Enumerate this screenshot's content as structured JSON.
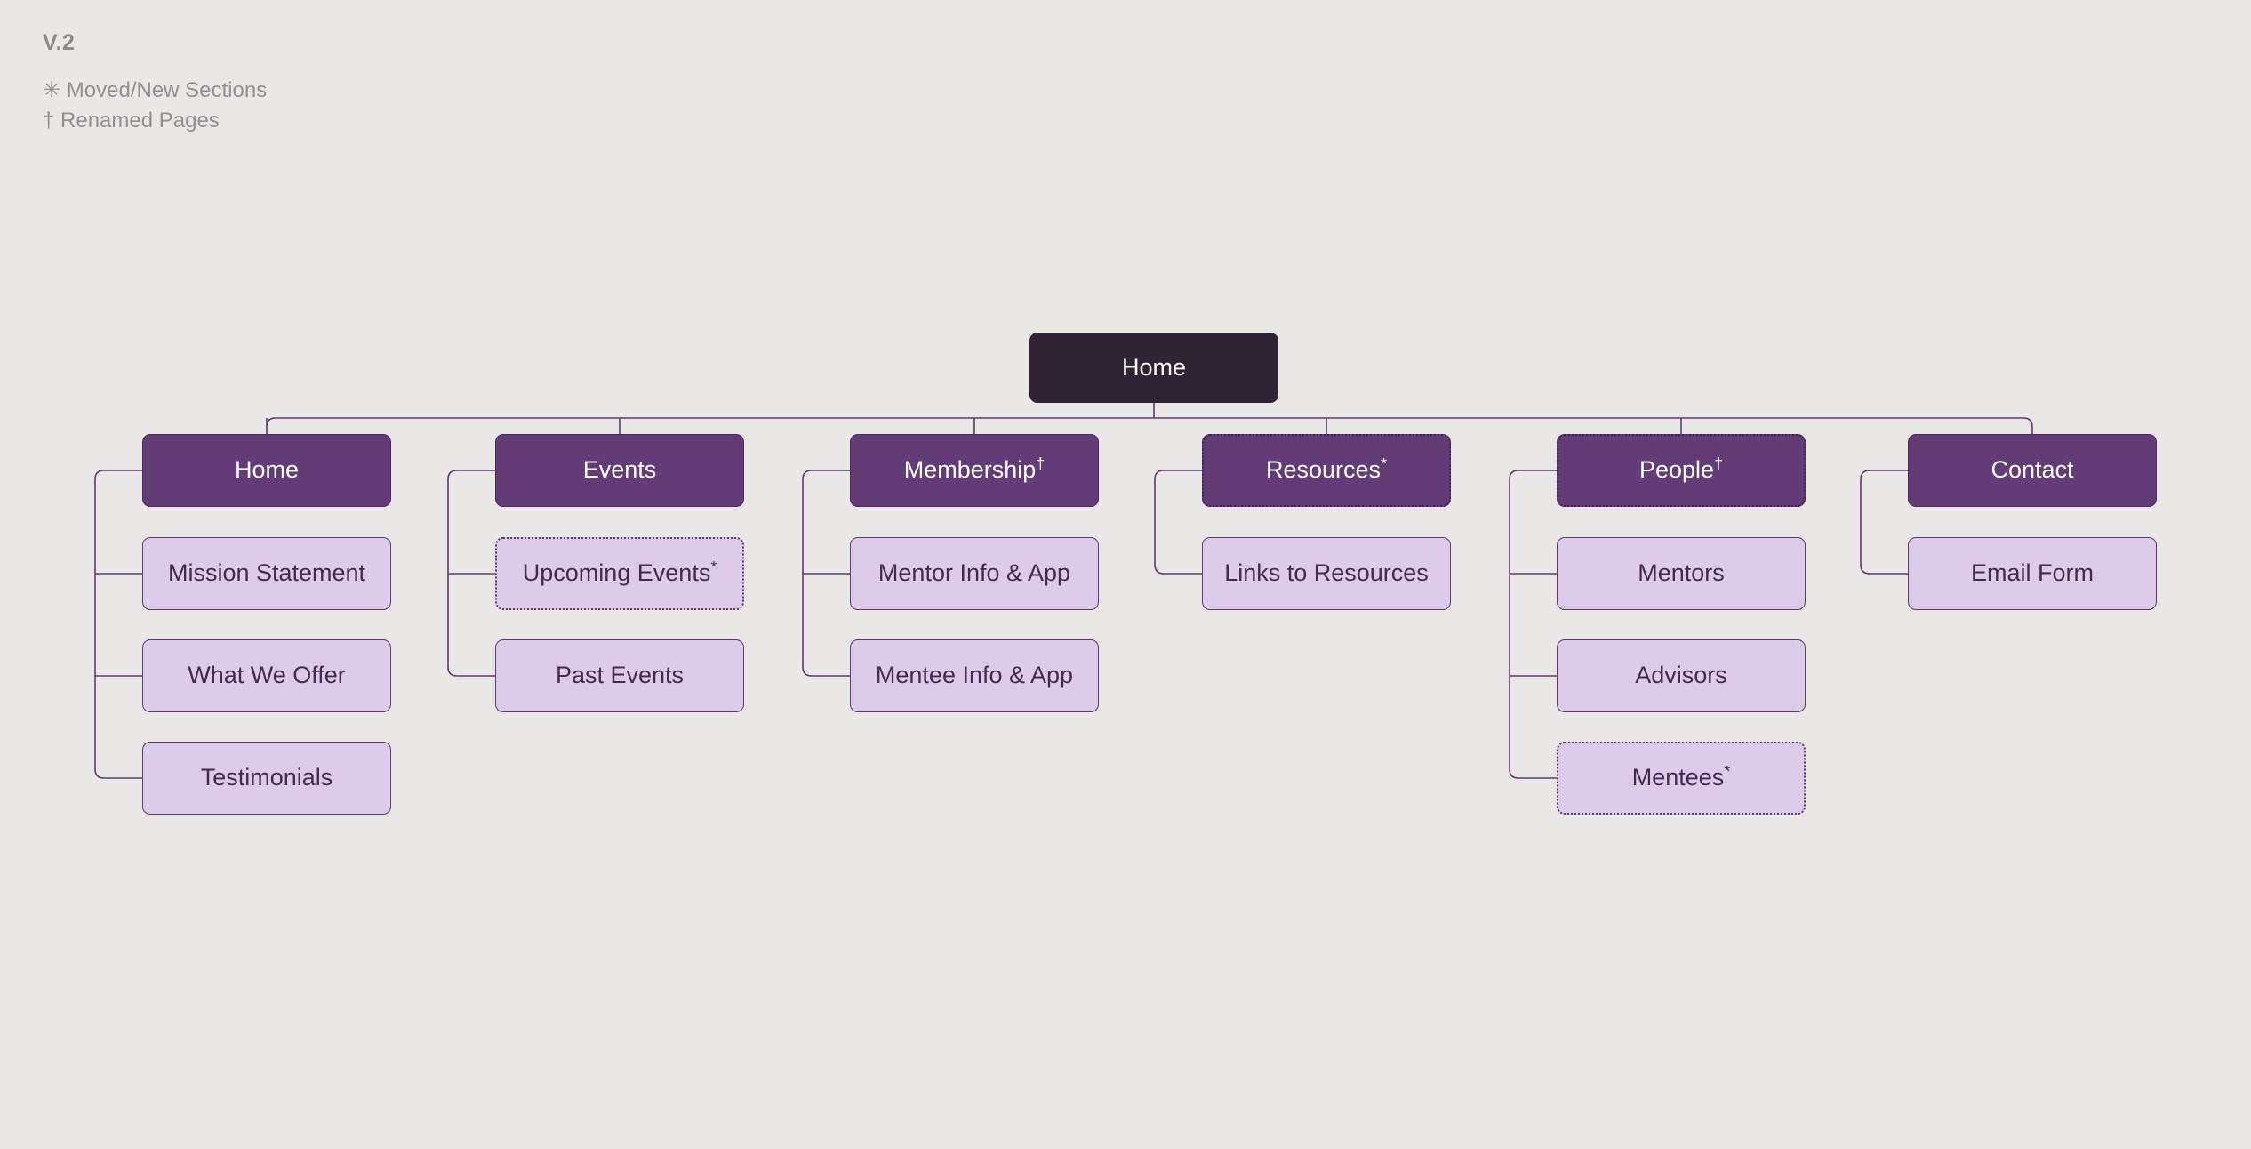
{
  "background_color": "#EAE8E6",
  "colors": {
    "root_fill": "#2F2433",
    "section_fill": "#633B76",
    "page_fill": "#DCCCEA",
    "border": "#5C3A6B",
    "connector": "#5C3A6B",
    "legend_text": "#919191"
  },
  "legend": {
    "version": "V.2",
    "moved_marker": "✳",
    "moved_text": "Moved/New Sections",
    "renamed_marker": "†",
    "renamed_text": "Renamed Pages",
    "line_moved": "✳ Moved/New Sections",
    "line_renamed": "† Renamed Pages"
  },
  "diagram": {
    "type": "sitemap",
    "root": {
      "label": "Home",
      "style": "root",
      "border": "solid",
      "marker": ""
    },
    "branches": [
      {
        "id": "home",
        "label": "Home",
        "style": "section",
        "border": "solid",
        "marker": "",
        "children": [
          {
            "label": "Mission Statement",
            "style": "page",
            "border": "solid",
            "marker": ""
          },
          {
            "label": "What We Offer",
            "style": "page",
            "border": "solid",
            "marker": ""
          },
          {
            "label": "Testimonials",
            "style": "page",
            "border": "solid",
            "marker": ""
          }
        ]
      },
      {
        "id": "events",
        "label": "Events",
        "style": "section",
        "border": "solid",
        "marker": "",
        "children": [
          {
            "label": "Upcoming Events",
            "style": "page",
            "border": "dotted",
            "marker": "*"
          },
          {
            "label": "Past Events",
            "style": "page",
            "border": "solid",
            "marker": ""
          }
        ]
      },
      {
        "id": "membership",
        "label": "Membership",
        "style": "section",
        "border": "solid",
        "marker": "†",
        "children": [
          {
            "label": "Mentor Info & App",
            "style": "page",
            "border": "solid",
            "marker": ""
          },
          {
            "label": "Mentee Info & App",
            "style": "page",
            "border": "solid",
            "marker": ""
          }
        ]
      },
      {
        "id": "resources",
        "label": "Resources",
        "style": "section",
        "border": "dotted",
        "marker": "*",
        "children": [
          {
            "label": "Links to Resources",
            "style": "page",
            "border": "solid",
            "marker": ""
          }
        ]
      },
      {
        "id": "people",
        "label": "People",
        "style": "section",
        "border": "dotted",
        "marker": "†",
        "children": [
          {
            "label": "Mentors",
            "style": "page",
            "border": "solid",
            "marker": ""
          },
          {
            "label": "Advisors",
            "style": "page",
            "border": "solid",
            "marker": ""
          },
          {
            "label": "Mentees",
            "style": "page",
            "border": "dotted",
            "marker": "*"
          }
        ]
      },
      {
        "id": "contact",
        "label": "Contact",
        "style": "section",
        "border": "solid",
        "marker": "",
        "children": [
          {
            "label": "Email Form",
            "style": "page",
            "border": "solid",
            "marker": ""
          }
        ]
      }
    ]
  }
}
